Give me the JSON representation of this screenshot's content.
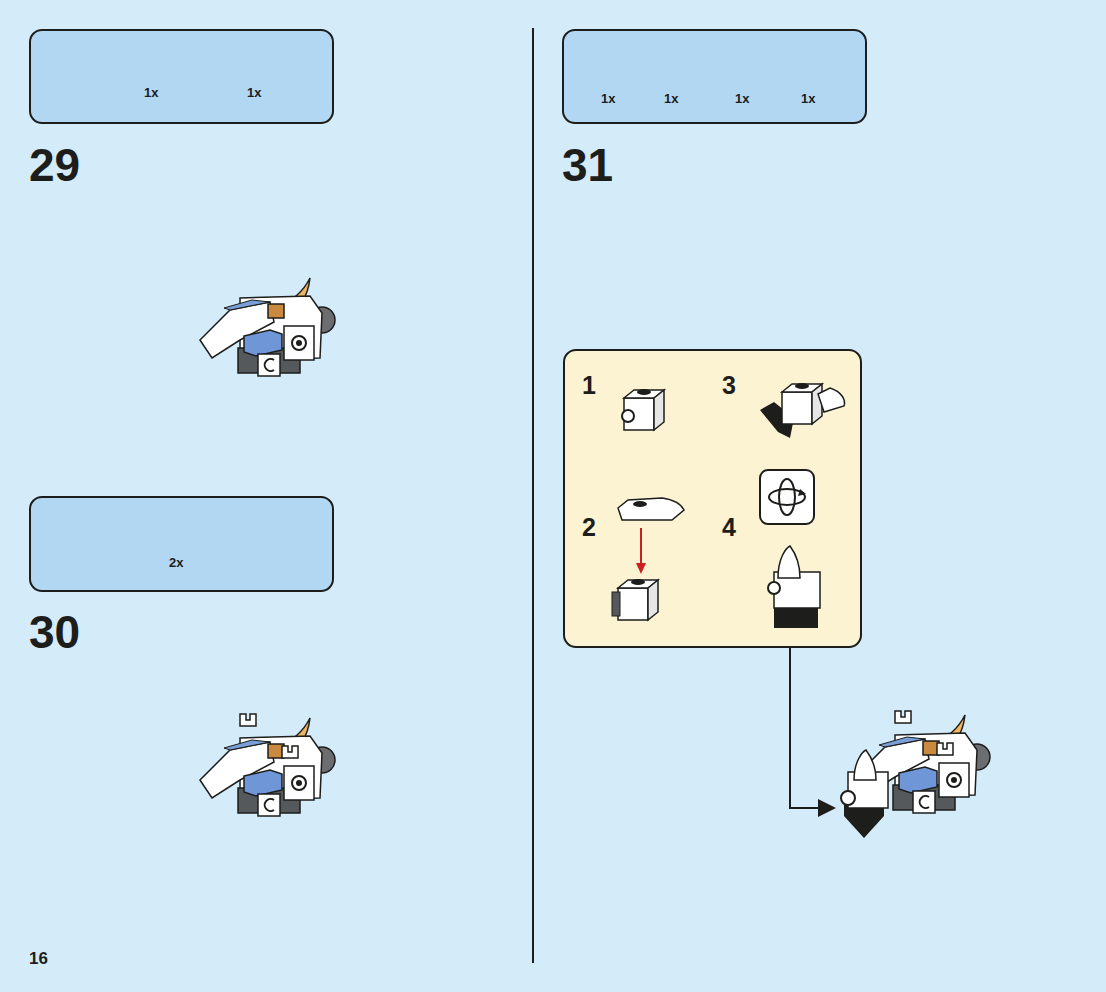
{
  "diagram": {
    "nodes": [
      {
        "text": [
          "1x",
          "1x"
        ]
      },
      {
        "text": [
          "2x"
        ]
      },
      {
        "text": [
          "1x",
          "1x",
          "1x",
          "1x"
        ]
      },
      {
        "text": [
          "1",
          "2",
          "3",
          "4"
        ]
      }
    ],
    "labels": [
      "29",
      "30",
      "31",
      "16"
    ]
  }
}
